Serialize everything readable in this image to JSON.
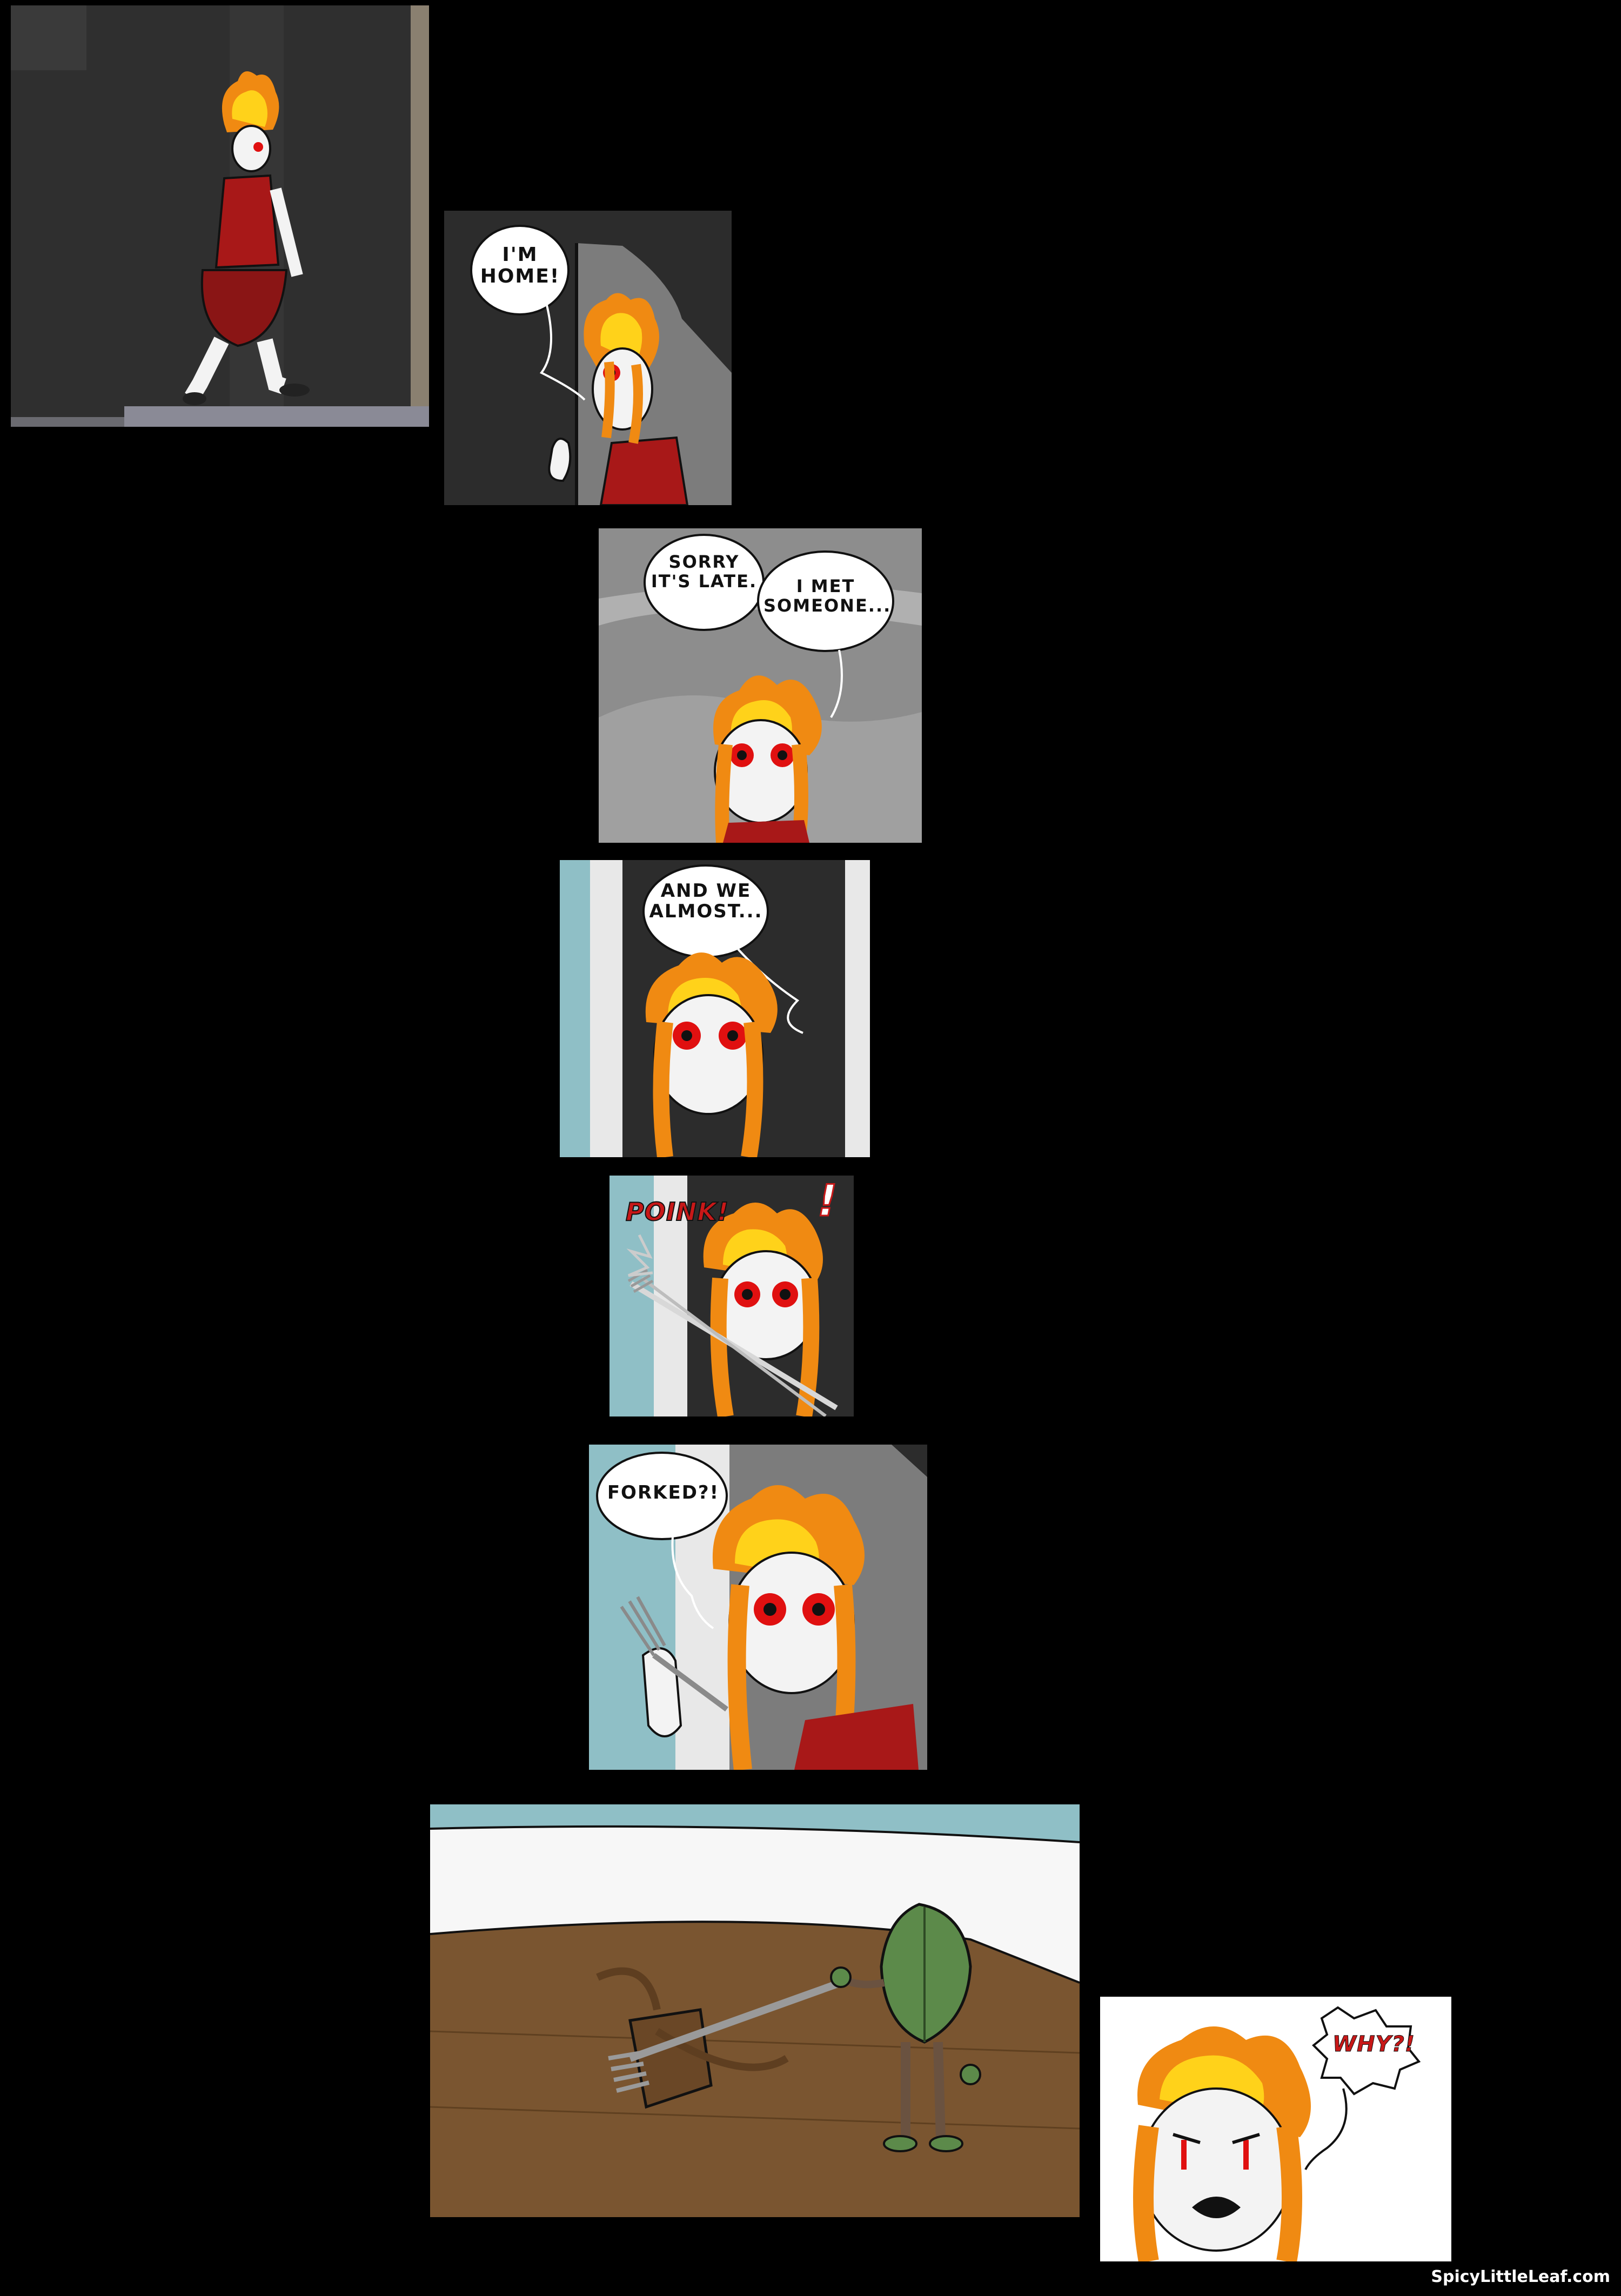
{
  "panels": {
    "p2": {
      "speech": "I'M\nHOME!"
    },
    "p3": {
      "speech_1": "SORRY\nIT'S LATE.",
      "speech_2": "I MET\nSOMEONE..."
    },
    "p4": {
      "speech": "AND WE\nALMOST..."
    },
    "p5": {
      "sfx": "POINK!",
      "exclaim": "!"
    },
    "p6": {
      "speech": "FORKED?!"
    },
    "p8": {
      "speech": "WHY?!"
    }
  },
  "credit": "SpicyLittleLeaf.com",
  "colors": {
    "flame_outer": "#f08a12",
    "flame_inner": "#ffd21a",
    "eye_red": "#e01010",
    "dress_red": "#a81818",
    "door_teal": "#8fbfc6",
    "floor_wood": "#7a5530",
    "leaf_green": "#5c8a4a"
  }
}
